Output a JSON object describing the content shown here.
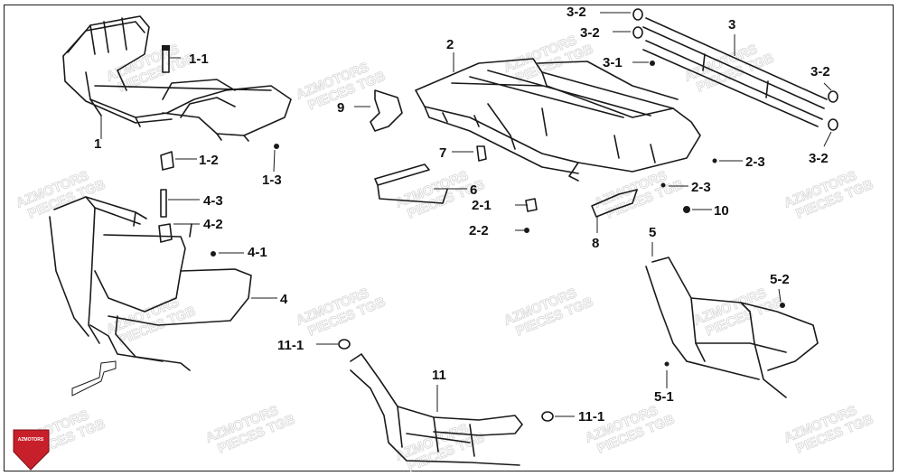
{
  "watermark": {
    "line1": "AZMOTORS",
    "line2": "PIECES TGB"
  },
  "logo": {
    "text": "AZMOTORS",
    "color": "#c8202a"
  },
  "callouts": [
    "1-1",
    "1",
    "1-2",
    "1-3",
    "2",
    "2-1",
    "2-2",
    "2-3",
    "2-3",
    "3",
    "3-1",
    "3-2",
    "3-2",
    "3-2",
    "3-2",
    "4",
    "4-1",
    "4-2",
    "4-3",
    "5",
    "5-1",
    "5-2",
    "6",
    "7",
    "8",
    "9",
    "10",
    "11",
    "11-1",
    "11-1"
  ]
}
